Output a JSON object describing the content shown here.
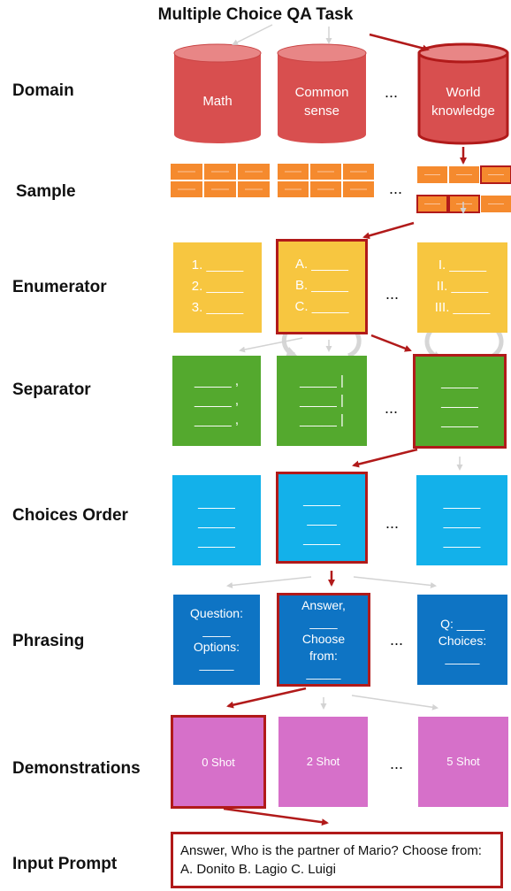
{
  "title": "Multiple Choice QA Task",
  "rows": {
    "domain": "Domain",
    "sample": "Sample",
    "enumerator": "Enumerator",
    "separator": "Separator",
    "choices_order": "Choices Order",
    "phrasing": "Phrasing",
    "demonstrations": "Demonstrations",
    "input_prompt": "Input Prompt"
  },
  "ellipsis": "...",
  "domain": [
    "Math",
    "Common\nsense",
    "World\nknowledge"
  ],
  "enumerator": [
    "1. _____\n2. _____\n3. _____",
    "A. _____\nB. _____\nC. _____",
    "I. _____\nII. _____\nIII. _____"
  ],
  "separator": [
    "_____ ,\n_____ ,\n_____ ,",
    "_____ |\n_____ |\n_____ |",
    "_____\n_____\n_____"
  ],
  "choices_order": [
    "_____\n_____\n_____",
    "_____\n____\n_____",
    "_____\n_____\n_____"
  ],
  "phrasing": [
    "Question:\n____\nOptions:\n_____",
    "Answer,\n____\nChoose\nfrom:\n_____",
    "Q: ____\nChoices:\n_____"
  ],
  "demonstrations": [
    "0 Shot",
    "2 Shot",
    "5 Shot"
  ],
  "prompt": "Answer, Who is the partner of Mario? Choose from: A. Donito B. Lagio C. Luigi",
  "colors": {
    "db": "#d84f4f",
    "sample": "#f58a2e",
    "enumerator": "#f7c640",
    "separator": "#54a92e",
    "choices_order": "#13b1ea",
    "phrasing": "#0e74c4",
    "demonstrations": "#d670c9",
    "selected": "#b11a1a",
    "faint_arrow": "#d3d3d3"
  }
}
